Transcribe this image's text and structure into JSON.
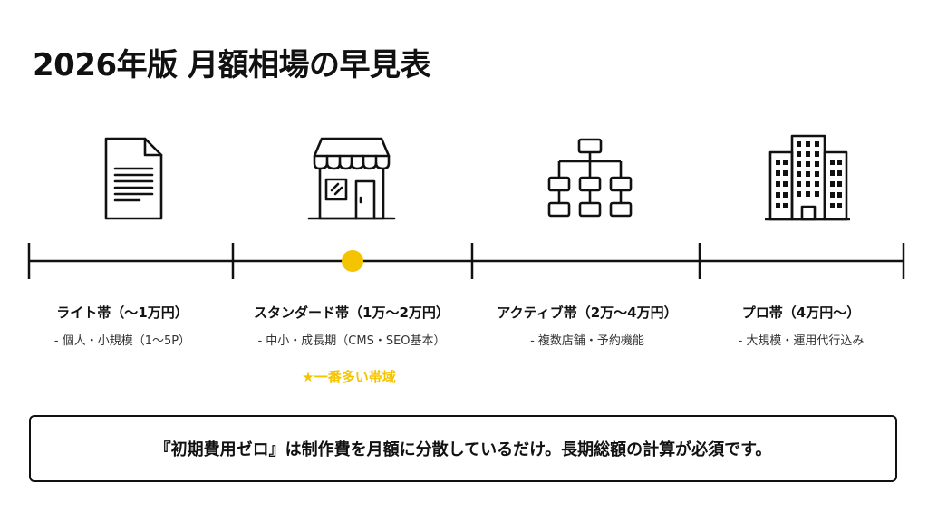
{
  "title": "2026年版 月額相場の早見表",
  "colors": {
    "accent": "#F5C400",
    "ink": "#111111"
  },
  "tiers": [
    {
      "label": "ライト帯（〜1万円）",
      "desc": "- 個人・小規模（1〜5P）",
      "icon": "document-icon"
    },
    {
      "label": "スタンダード帯（1万〜2万円）",
      "desc": "- 中小・成長期（CMS・SEO基本）",
      "icon": "storefront-icon"
    },
    {
      "label": "アクティブ帯（2万〜4万円）",
      "desc": "- 複数店舗・予約機能",
      "icon": "sitemap-icon"
    },
    {
      "label": "プロ帯（4万円〜）",
      "desc": "- 大規模・運用代行込み",
      "icon": "office-building-icon"
    }
  ],
  "popular": {
    "text": "★一番多い帯域",
    "tier_index": 1,
    "position_fraction": 0.5
  },
  "note": "『初期費用ゼロ』は制作費を月額に分散しているだけ。長期総額の計算が必須です。"
}
